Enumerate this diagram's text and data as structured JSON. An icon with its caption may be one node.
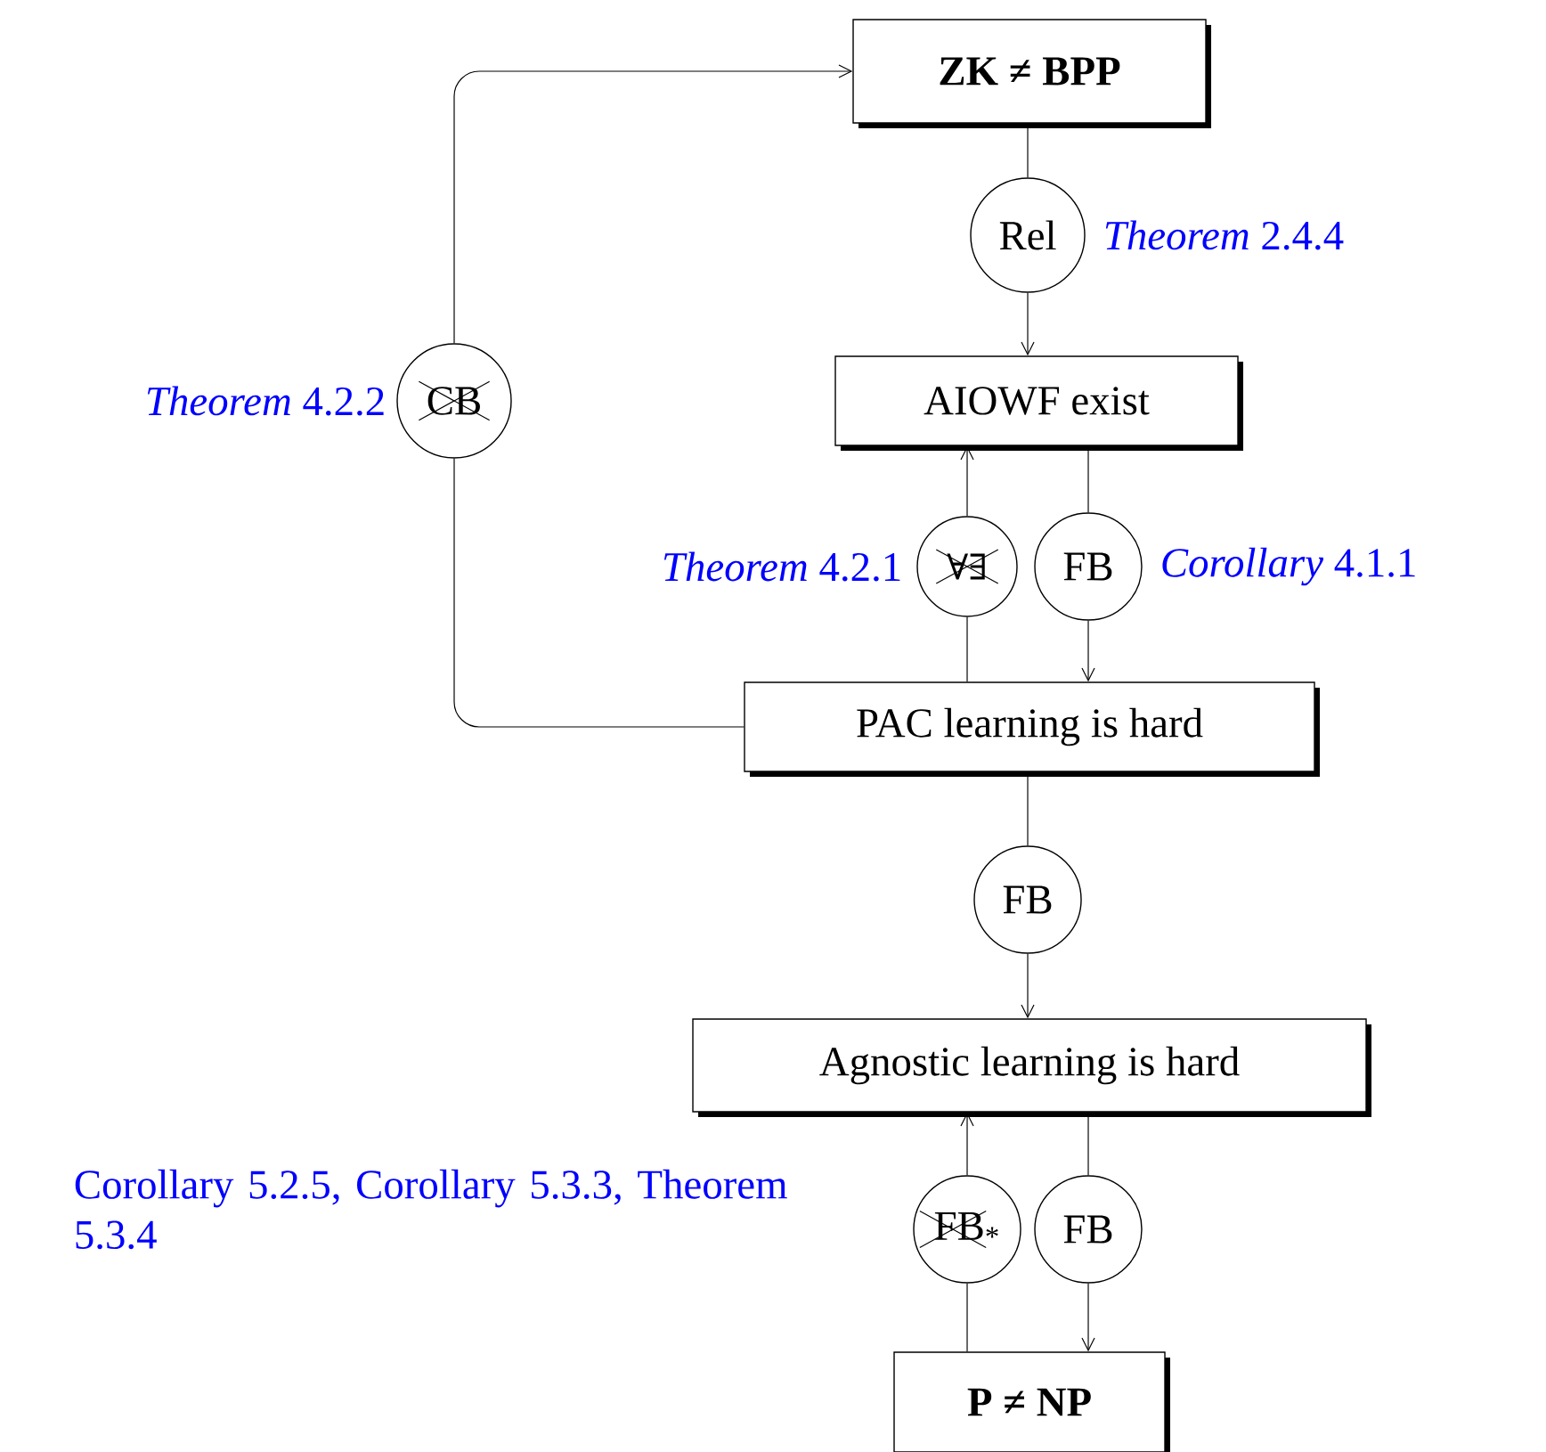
{
  "diagram": {
    "nodes": [
      {
        "text": [
          "ZK ≠ BPP"
        ]
      },
      {
        "text": [
          "Rel"
        ],
        "beside": [
          "*Theorem* 2.4.4"
        ]
      },
      {
        "text": [
          "CB"
        ],
        "beside": [
          "*Theorem* 4.2.2"
        ]
      },
      {
        "text": [
          "AIOWF exist"
        ]
      },
      {
        "text": [
          "∀∃"
        ],
        "beside": [
          "*Theorem* 4.2.1"
        ]
      },
      {
        "text": [
          "FB"
        ],
        "beside": [
          "*Corollary* 4.1.1"
        ]
      },
      {
        "text": [
          "PAC learning is hard"
        ]
      },
      {
        "text": [
          "FB"
        ]
      },
      {
        "text": [
          "Agnostic learning is hard"
        ]
      },
      {
        "text": [
          "FB$_{*}$"
        ]
      },
      {
        "text": [
          "FB"
        ]
      },
      {
        "text": [
          "P ≠ NP"
        ]
      }
    ],
    "edges": [
      {
        "from": 0,
        "to": 1,
        "arrow": "none"
      },
      {
        "from": 1,
        "to": 3,
        "arrow": "to"
      },
      {
        "from": 6,
        "to": 2,
        "arrow": "none"
      },
      {
        "from": 2,
        "to": 0,
        "arrow": "to"
      },
      {
        "from": 6,
        "to": 4,
        "arrow": "none"
      },
      {
        "from": 4,
        "to": 3,
        "arrow": "to"
      },
      {
        "from": 3,
        "to": 5,
        "arrow": "none"
      },
      {
        "from": 5,
        "to": 6,
        "arrow": "to"
      },
      {
        "from": 6,
        "to": 7,
        "arrow": "none"
      },
      {
        "from": 7,
        "to": 8,
        "arrow": "to"
      },
      {
        "from": 11,
        "to": 9,
        "arrow": "none"
      },
      {
        "from": 9,
        "to": 8,
        "arrow": "to"
      },
      {
        "from": 8,
        "to": 10,
        "arrow": "none"
      },
      {
        "from": 10,
        "to": 11,
        "arrow": "to"
      }
    ],
    "labels": [
      "Corollary 5.2.5, Corollary 5.3.3, Theorem 5.3.4"
    ]
  }
}
